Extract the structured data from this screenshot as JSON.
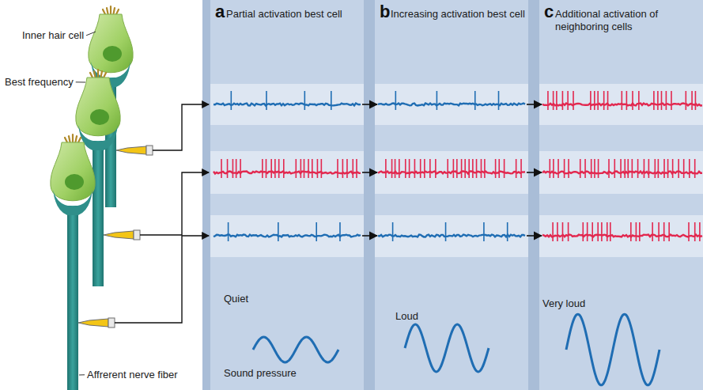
{
  "diagram": {
    "nodes": [
      {
        "text": [
          "a",
          "Partial activation best cell",
          "Quiet",
          "Sound pressure"
        ]
      },
      {
        "text": [
          "b",
          "Increasing activation best cell",
          "Loud"
        ]
      },
      {
        "text": [
          "c",
          "Additional activation of neighboring cells",
          "Very loud"
        ]
      }
    ],
    "edges": [
      {
        "from": 0,
        "to": 1,
        "arrow": "to"
      },
      {
        "from": 0,
        "to": 1,
        "arrow": "to"
      },
      {
        "from": 0,
        "to": 1,
        "arrow": "to"
      },
      {
        "from": 1,
        "to": 2,
        "arrow": "to"
      },
      {
        "from": 1,
        "to": 2,
        "arrow": "to"
      },
      {
        "from": 1,
        "to": 2,
        "arrow": "to"
      }
    ],
    "labels": [
      "Inner hair cell",
      "Best frequency",
      "Affrerent nerve fiber"
    ]
  }
}
